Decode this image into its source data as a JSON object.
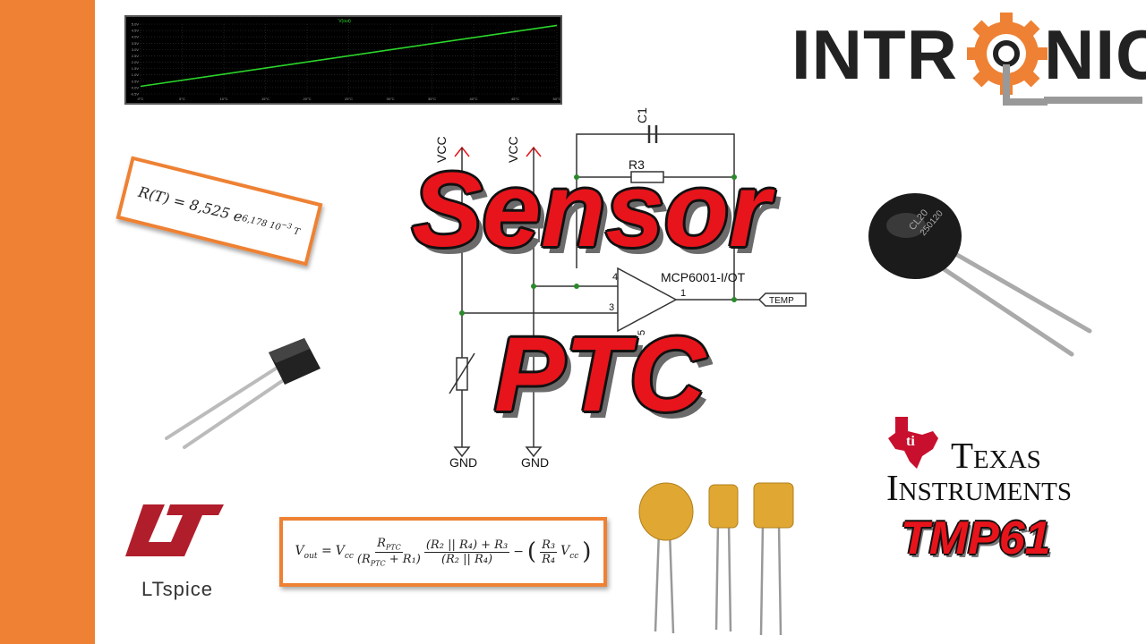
{
  "thumbnail": {
    "title_line1": "Sensor",
    "title_line2": "PTC",
    "brand": {
      "name": "INTRONIC",
      "text_left": "INTR",
      "text_right": "NIC"
    },
    "ti_logo": {
      "line1": "Texas",
      "line2": "Instruments"
    },
    "part_number": "TMP61",
    "ltspice_label": "LTspice",
    "formula_rt": "R(T) = 8,525 e",
    "formula_rt_exponent": "6,178 10",
    "formula_rt_exponent_power": "−3",
    "formula_rt_var": "T",
    "formula_vout": {
      "lhs": "V",
      "lhs_sub": "out",
      "vcc": "V",
      "vcc_sub": "cc",
      "frac1_num": "R",
      "frac1_num_sub": "PTC",
      "frac1_den": "(R",
      "frac1_den_sub": "PTC",
      "frac1_den_rest": " + R₁)",
      "frac2_num": "(R₂ || R₄) + R₃",
      "frac2_den": "(R₂ || R₄)",
      "frac3_num": "R₃",
      "frac3_den": "R₄"
    },
    "schematic": {
      "vcc1": "VCC",
      "vcc2": "VCC",
      "gnd1": "GND",
      "gnd2": "GND",
      "c1": "C1",
      "r3": "R3",
      "opamp": "MCP6001-I/OT",
      "pin1": "1",
      "pin3": "3",
      "pin4": "4",
      "pin5": "5",
      "output_label": "TEMP"
    },
    "scope": {
      "trace_label": "V(out)",
      "y_ticks": [
        "5.0V",
        "4.5V",
        "4.0V",
        "3.5V",
        "3.0V",
        "2.5V",
        "2.0V",
        "1.5V",
        "1.0V",
        "0.5V",
        "0.0V",
        "-0.5V"
      ],
      "x_ticks": [
        "0°C",
        "5°C",
        "10°C",
        "15°C",
        "20°C",
        "25°C",
        "30°C",
        "35°C",
        "40°C",
        "45°C",
        "50°C"
      ],
      "trace_color": "#2bd62b"
    },
    "colors": {
      "accent": "#ee8133",
      "title_red": "#e8141b",
      "ti_red": "#c8102e",
      "lt_red": "#b01e2c"
    }
  }
}
